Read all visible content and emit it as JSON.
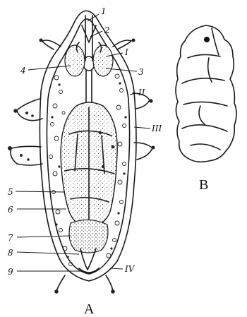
{
  "figure": {
    "labels": {
      "n1": "1",
      "n2": "2",
      "rI": "I",
      "n4": "4",
      "n3": "3",
      "rII": "II",
      "rIII": "III",
      "n5": "5",
      "n6": "6",
      "n7": "7",
      "n8": "8",
      "n9": "9",
      "rIV": "IV"
    },
    "captions": {
      "a": "A",
      "b": "B"
    }
  }
}
